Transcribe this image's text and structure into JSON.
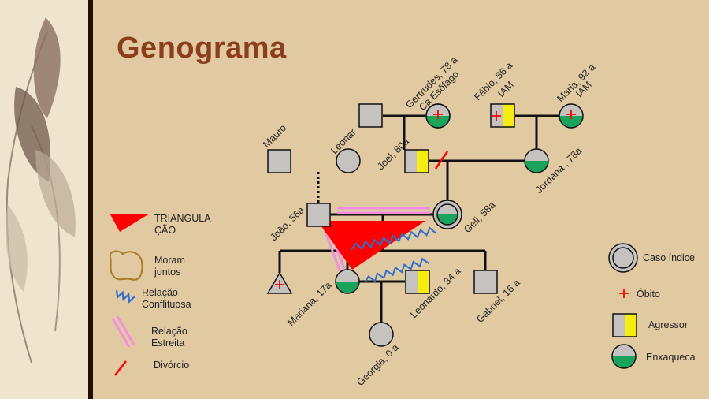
{
  "title": "Genograma",
  "colors": {
    "background": "#e1c9a1",
    "title": "#8b3e1c",
    "symbol_fill": "#c5c2c0",
    "enxaqueca": "#1aa35a",
    "agressor": "#f5ec10",
    "triangulacao": "#ff0000",
    "conflito": "#2b6fd1",
    "estreita": "#f08ee0",
    "moram_juntos": "#a67c2a"
  },
  "people": {
    "mauro": "Mauro",
    "leonar": "Leonar",
    "gertrudes_1": "Gertrudes, 78 a",
    "gertrudes_2": "Ca Esôfago",
    "fabio_1": "Fábio, 56 a",
    "fabio_2": "IAM",
    "maria_1": "Maria, 92 a",
    "maria_2": "IAM",
    "joel": "Joel, 80a",
    "jordana": "Jordana , 78a",
    "joao": "João, 56a",
    "geli": "Geli, 58a",
    "mariana": "Mariana, 17a",
    "leonardo": "Leonardo, 34 a",
    "gabriel": "Gabriel, 16 a",
    "georgia": "Georgia, 0 a"
  },
  "legend_left": {
    "triangulacao": "TRIANGULA ÇÃO",
    "moram_juntos": "Moram juntos",
    "conflituosa": "Relação Conflituosa",
    "estreita": "Relação Estreita",
    "divorcio": "Divórcio"
  },
  "legend_right": {
    "caso_indice": "Caso índice",
    "obito": "Óbito",
    "agressor": "Agressor",
    "enxaqueca": "Enxaqueca"
  }
}
